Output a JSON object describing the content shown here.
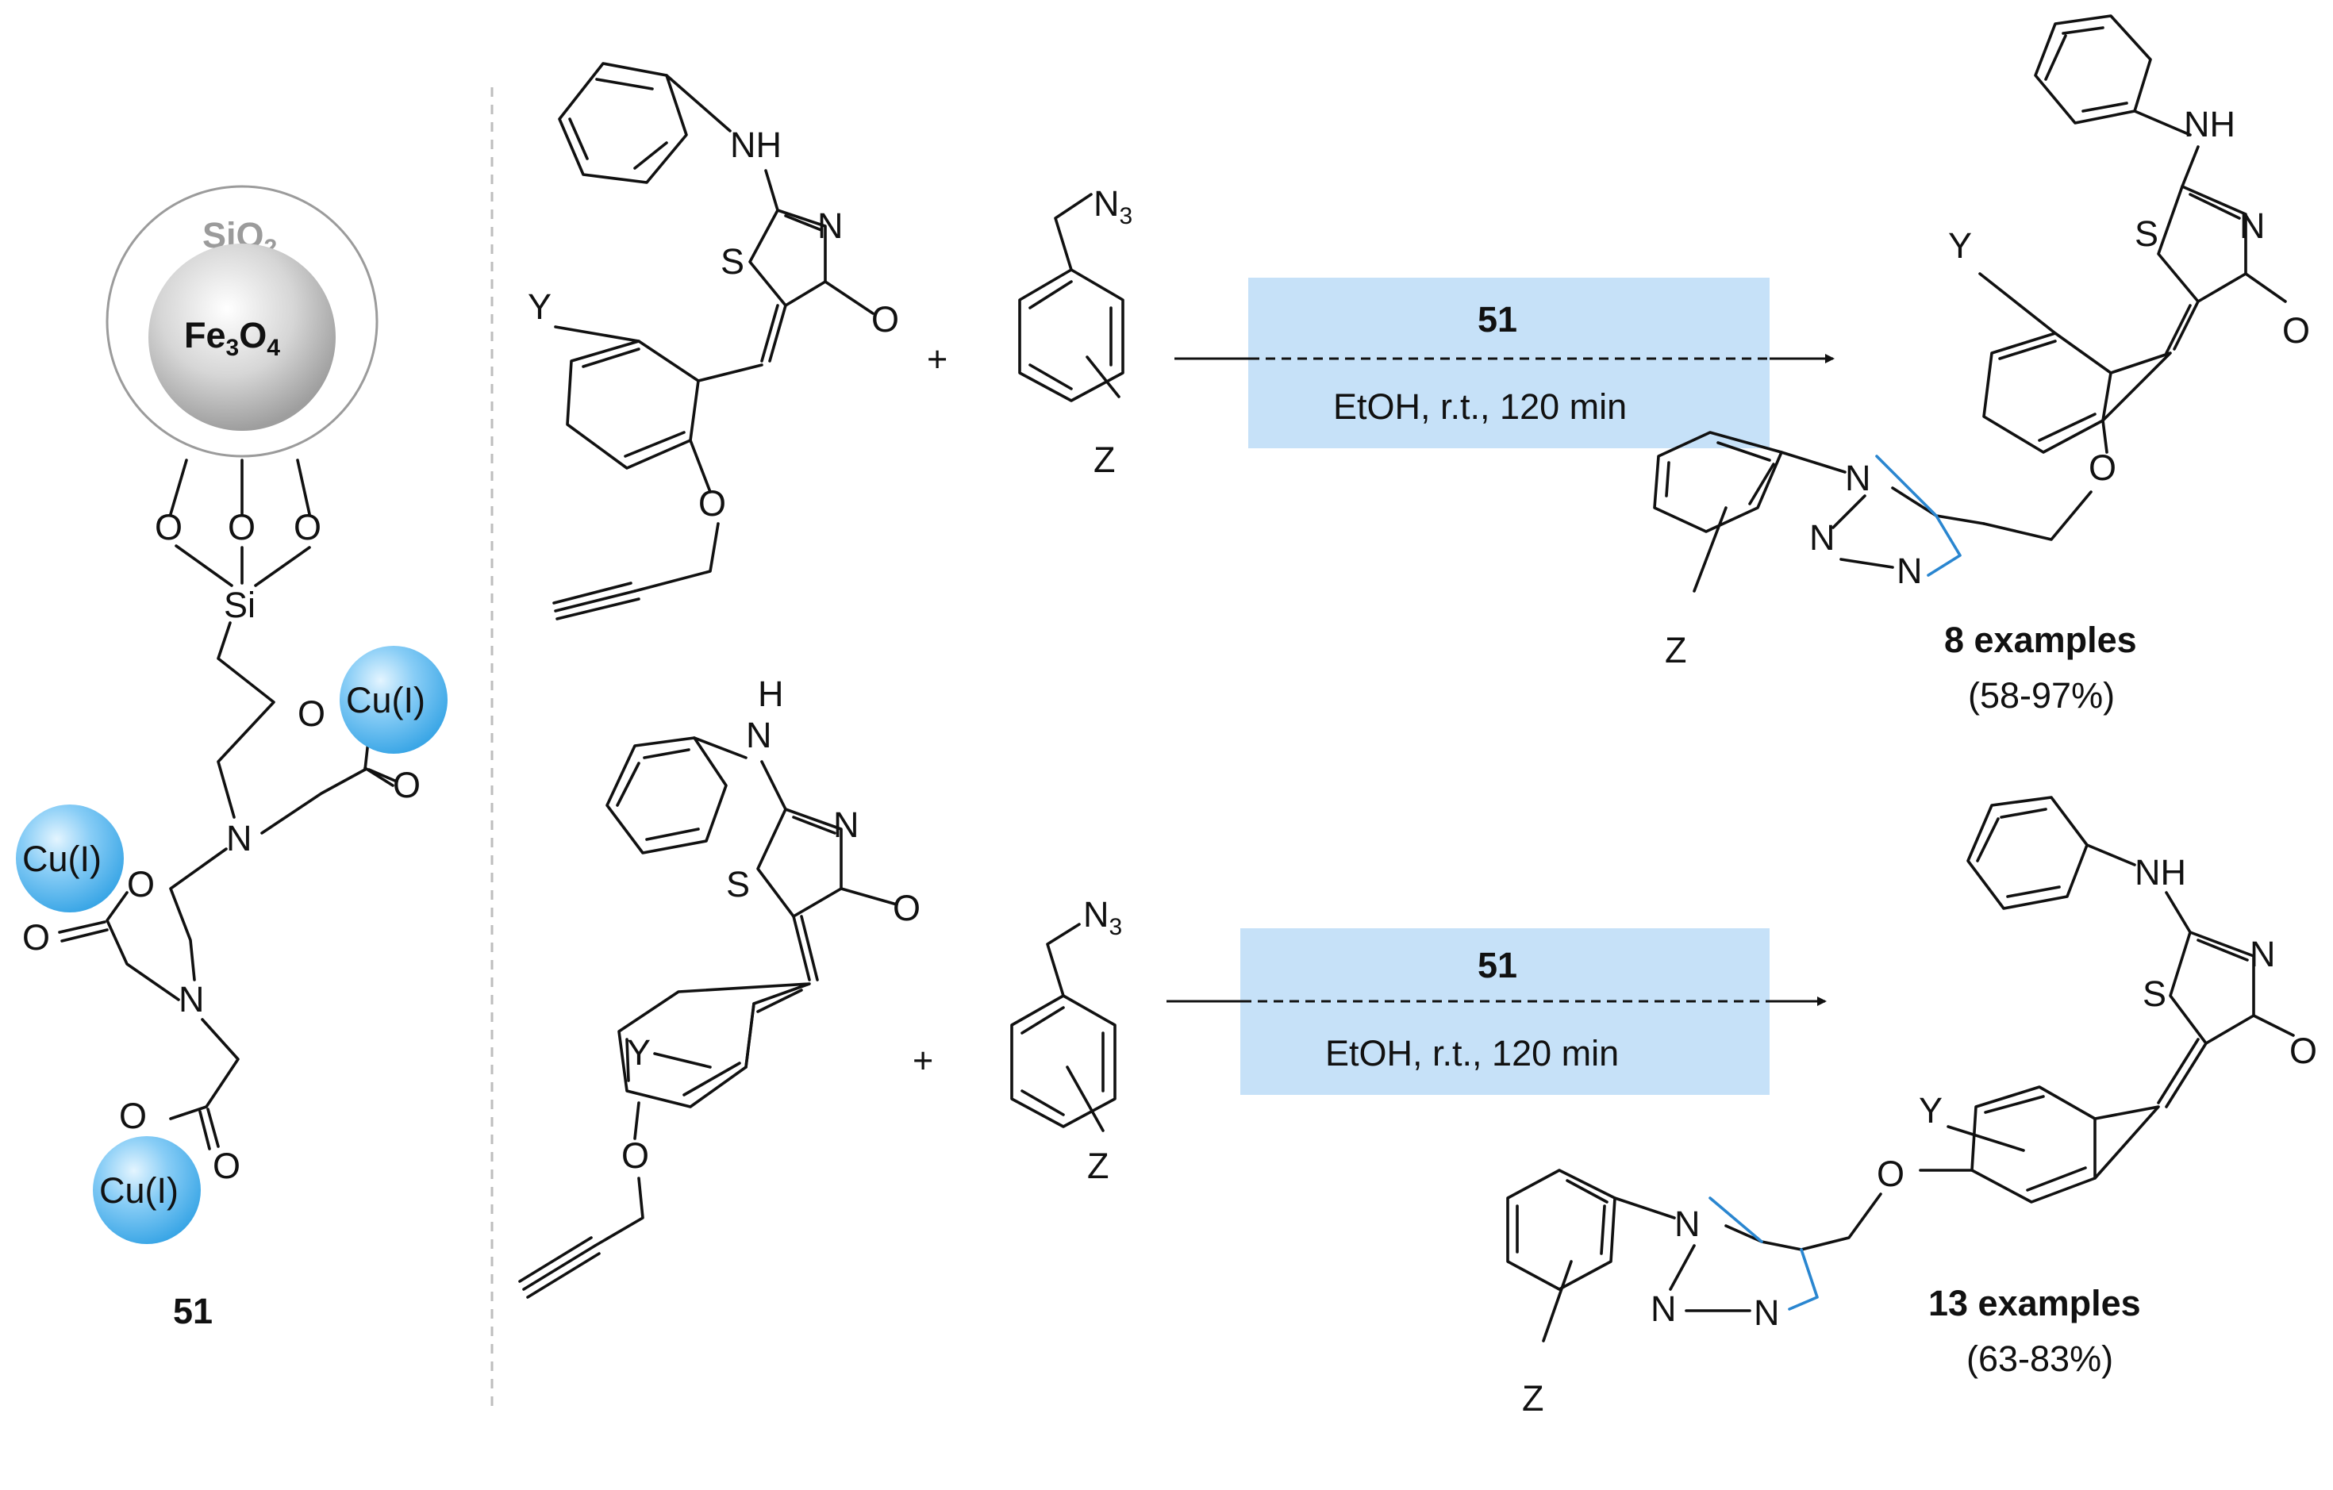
{
  "catalyst": {
    "shell_label": "SiO",
    "shell_sub": "2",
    "core_label_a": "Fe",
    "core_sub_a": "3",
    "core_label_b": "O",
    "core_sub_b": "4",
    "si_label": "Si",
    "cu_label": "Cu(I)",
    "label": "51"
  },
  "atoms": {
    "N": "N",
    "NH": "NH",
    "HN_top": "H",
    "S": "S",
    "O": "O",
    "Y": "Y",
    "Z": "Z",
    "N3": "N",
    "N3_sub": "3",
    "plus": "+",
    "triazole_N1": "N",
    "triazole_N2": "N",
    "triazole_N3": "N"
  },
  "reactions": [
    {
      "catalyst": "51",
      "conditions": "EtOH, r.t., 120 min",
      "product_label": "8 examples",
      "product_yield": "(58-97%)"
    },
    {
      "catalyst": "51",
      "conditions": "EtOH, r.t., 120 min",
      "product_label": "13 examples",
      "product_yield": "(63-83%)"
    }
  ],
  "colors": {
    "condition_box": "#c6e1f8",
    "copper_ball": "#5cb8ef",
    "triazole_bond": "#2a86d0",
    "shell": "#9b9b9b"
  }
}
